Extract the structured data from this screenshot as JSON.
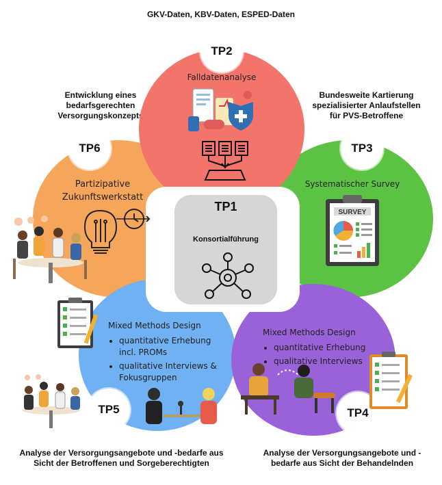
{
  "top_caption": "GKV-Daten, KBV-Daten, ESPED-Daten",
  "tp2": {
    "badge": "TP2",
    "title": "Falldatenanalyse",
    "color": "#f2746b"
  },
  "tp3": {
    "badge": "TP3",
    "title": "Systematischer Survey",
    "color": "#5cc244",
    "caption": [
      "Bundesweite Kartierung",
      "spezialisierter Anlaufstellen",
      "für PVS-Betroffene"
    ],
    "survey_word": "SURVEY"
  },
  "tp6": {
    "badge": "TP6",
    "title": [
      "Partizipative",
      "Zukunftswerkstatt"
    ],
    "color": "#f5a65b",
    "caption": [
      "Entwicklung eines",
      "bedarfsgerechten",
      "Versorgungskonzepts"
    ]
  },
  "tp1": {
    "badge": "TP1",
    "title": "Konsortialführung"
  },
  "tp5": {
    "badge": "TP5",
    "color": "#6fb1f2",
    "heading": "Mixed Methods Design",
    "items": [
      "quantitative Erhebung incl. PROMs",
      "qualitative Interviews & Fokusgruppen"
    ],
    "caption": [
      "Analyse der Versorgungsangebote und -bedarfe aus",
      "Sicht der Betroffenen und Sorgeberechtigten"
    ]
  },
  "tp4": {
    "badge": "TP4",
    "color": "#9a62d9",
    "heading": "Mixed Methods Design",
    "items": [
      "quantitative Erhebung",
      "qualitative Interviews"
    ],
    "caption": [
      "Analyse der Versorgungsangebote und -",
      "bedarfe aus Sicht der Behandelnden"
    ]
  }
}
